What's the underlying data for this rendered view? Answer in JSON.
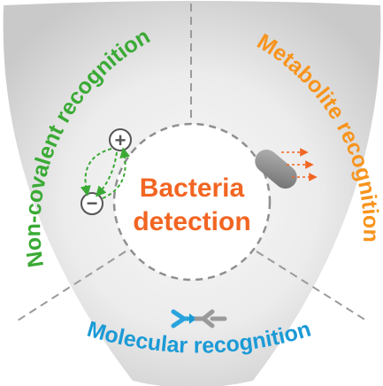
{
  "diagram": {
    "center": {
      "line1": "Bacteria",
      "line2": "detection",
      "color": "#f26522"
    },
    "segments": {
      "noncovalent": {
        "label": "Non-covalent recognition",
        "color": "#3aaa35"
      },
      "metabolite": {
        "label": "Metabolite recognition",
        "color": "#f7941d"
      },
      "molecular": {
        "label": "Molecular  recognition",
        "color": "#1b9ad6"
      }
    },
    "icons": {
      "plus": "+",
      "minus": "−"
    },
    "colors": {
      "background_light": "#f4f4f4",
      "background_dark": "#cfcfcf",
      "divider": "#9a9a9a",
      "bacterium": "#8c8c8c",
      "antibody_blue": "#29a3dc",
      "antibody_gray": "#9a9a9a"
    }
  }
}
